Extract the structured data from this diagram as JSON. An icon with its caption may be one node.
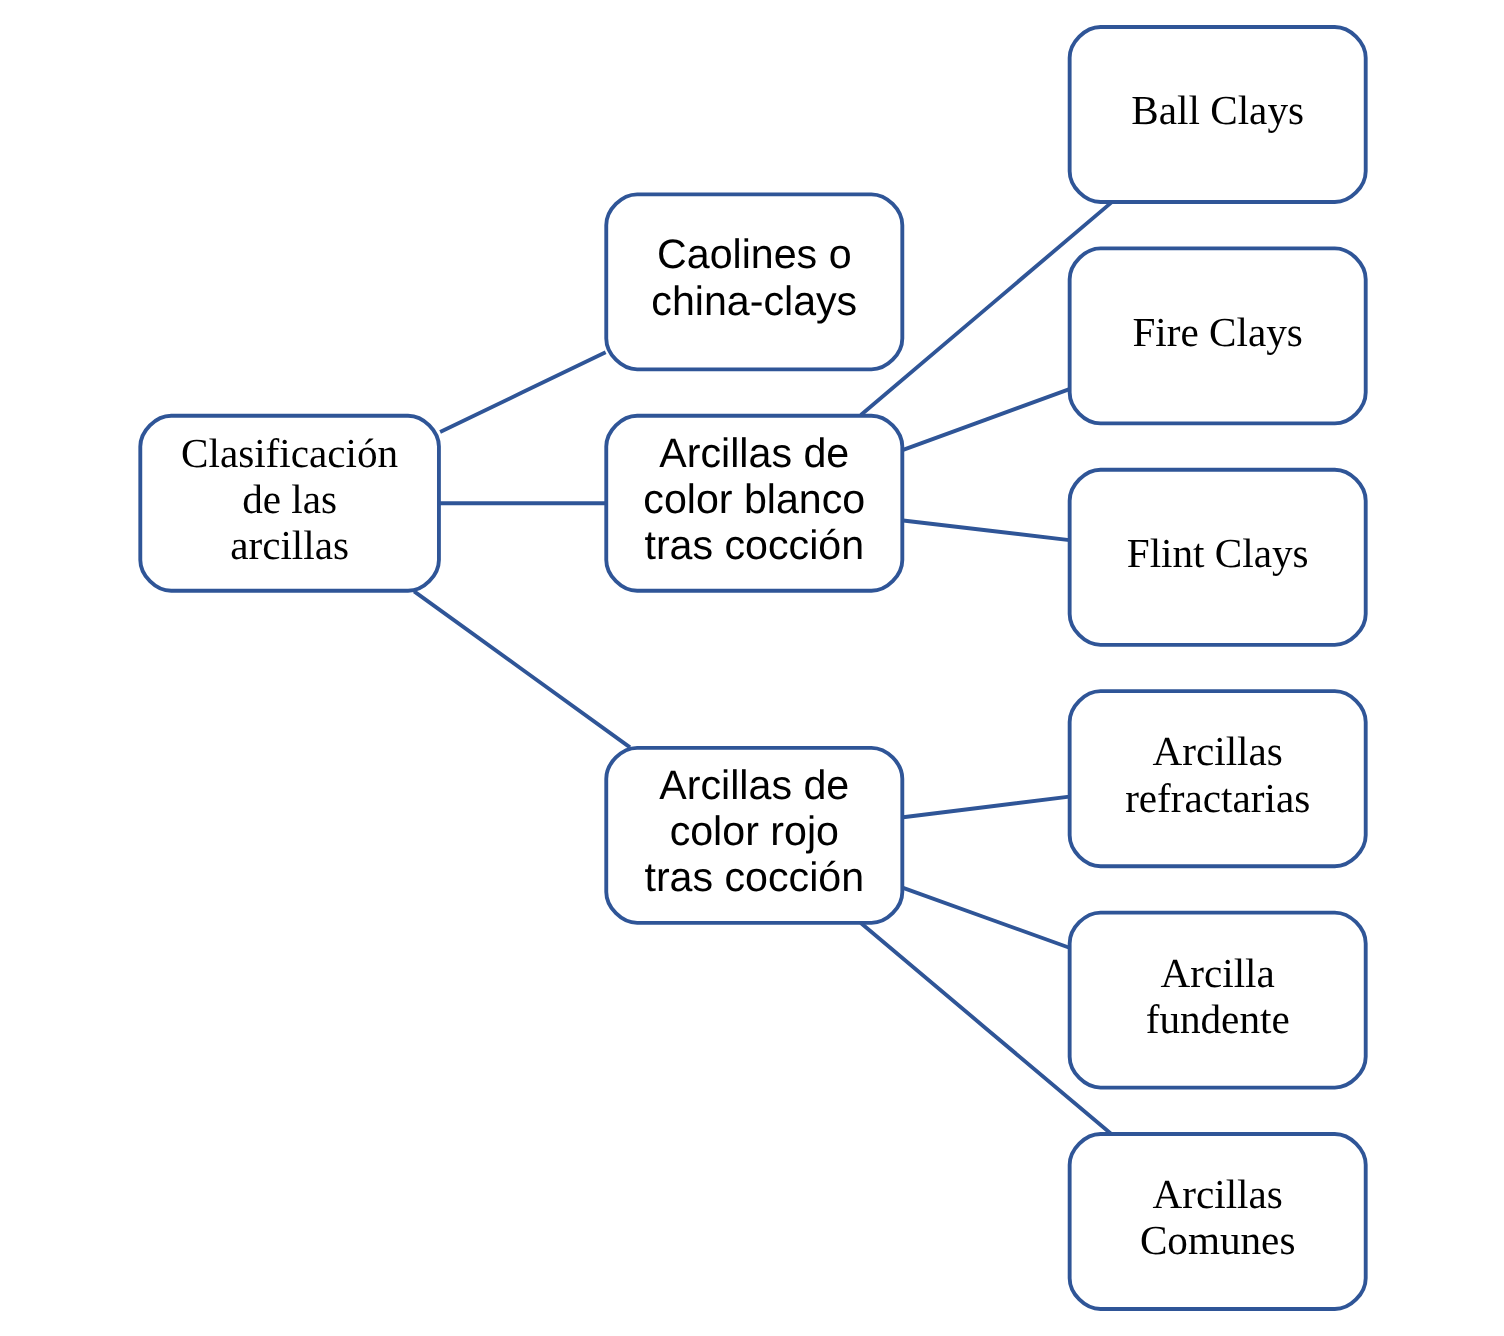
{
  "diagram": {
    "nodes": [
      {
        "text": [
          "Clasificación de las arcillas"
        ]
      },
      {
        "text": [
          "Caolines o china-clays"
        ]
      },
      {
        "text": [
          "Arcillas de color blanco tras cocción"
        ]
      },
      {
        "text": [
          "Arcillas de color rojo tras cocción"
        ]
      },
      {
        "text": [
          "Ball Clays"
        ]
      },
      {
        "text": [
          "Fire Clays"
        ]
      },
      {
        "text": [
          "Flint Clays"
        ]
      },
      {
        "text": [
          "Arcillas refractarias"
        ]
      },
      {
        "text": [
          "Arcilla fundente"
        ]
      },
      {
        "text": [
          "Arcillas Comunes"
        ]
      }
    ],
    "edges": [
      {
        "from": 0,
        "to": 1,
        "arrow": "none"
      },
      {
        "from": 0,
        "to": 2,
        "arrow": "none"
      },
      {
        "from": 0,
        "to": 3,
        "arrow": "none"
      },
      {
        "from": 2,
        "to": 4,
        "arrow": "none"
      },
      {
        "from": 2,
        "to": 5,
        "arrow": "none"
      },
      {
        "from": 2,
        "to": 6,
        "arrow": "none"
      },
      {
        "from": 3,
        "to": 7,
        "arrow": "none"
      },
      {
        "from": 3,
        "to": 8,
        "arrow": "none"
      },
      {
        "from": 3,
        "to": 9,
        "arrow": "none"
      }
    ]
  }
}
